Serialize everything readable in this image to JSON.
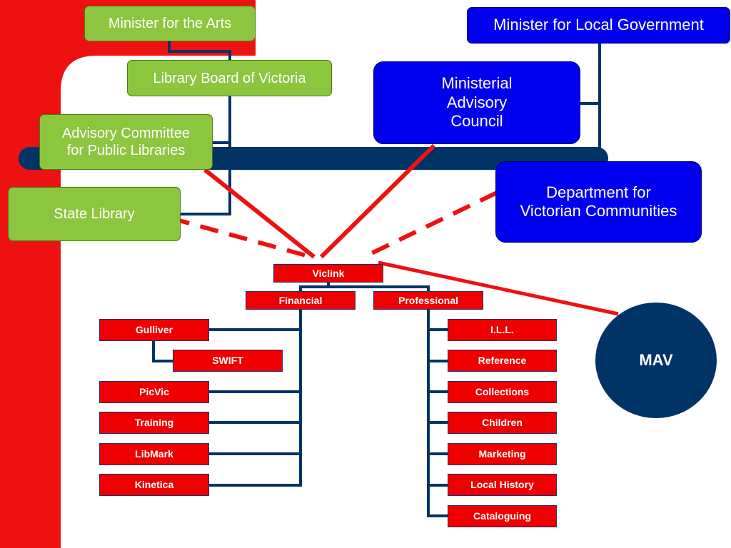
{
  "colors": {
    "side_band": "#ee1111",
    "connector": "#003366",
    "link": "#ee1111",
    "green_node": "#8cc63f",
    "blue_node": "#0000ee",
    "red_node": "#ee0000",
    "mav_node": "#003366"
  },
  "government": {
    "minister_arts": "Minister for the Arts",
    "library_board": "Library Board of Victoria",
    "advisory_committee": "Advisory Committee\n for Public Libraries",
    "state_library": "State Library",
    "minister_local_gov": "Minister for Local Government",
    "ministerial_council": "Ministerial\nAdvisory\n Council",
    "department": "Department for\n Victorian Communities"
  },
  "viclink": {
    "title": "Viclink",
    "financial": {
      "label": "Financial",
      "items": [
        "Gulliver",
        "SWIFT",
        "PicVic",
        "Training",
        "LibMark",
        "Kinetica"
      ]
    },
    "professional": {
      "label": "Professional",
      "items": [
        "I.L.L.",
        "Reference",
        "Collections",
        "Children",
        "Marketing",
        "Local History",
        "Cataloguing"
      ]
    }
  },
  "mav": "MAV"
}
